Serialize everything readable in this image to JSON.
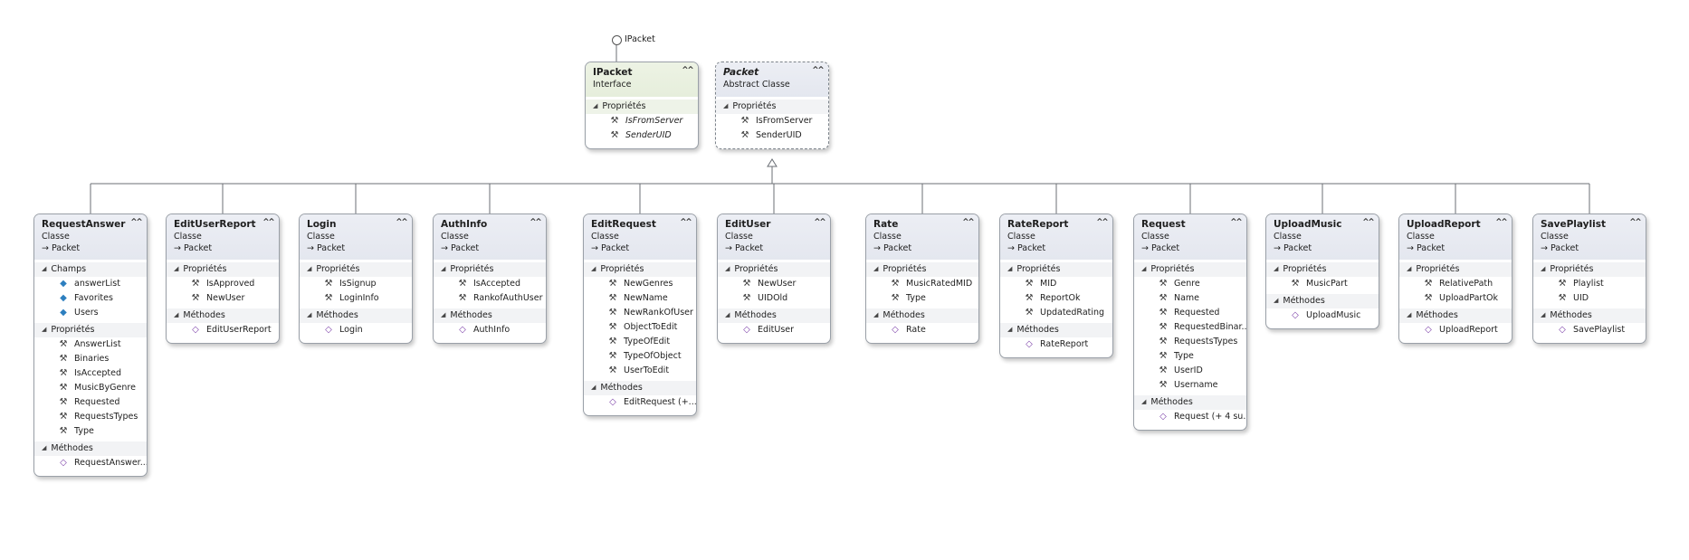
{
  "interface_lollipop_label": "IPacket",
  "interfaces": [
    {
      "name": "IPacket",
      "kind": "Interface",
      "sections": [
        {
          "label": "Propriétés",
          "members": [
            {
              "icon": "wrench-icon",
              "label": "IsFromServer"
            },
            {
              "icon": "wrench-icon",
              "label": "SenderUID"
            }
          ]
        }
      ]
    }
  ],
  "abstract_classes": [
    {
      "name": "Packet",
      "kind": "Abstract Classe",
      "sections": [
        {
          "label": "Propriétés",
          "members": [
            {
              "icon": "wrench-icon",
              "label": "IsFromServer"
            },
            {
              "icon": "wrench-icon",
              "label": "SenderUID"
            }
          ]
        }
      ]
    }
  ],
  "classes": [
    {
      "name": "RequestAnswer",
      "kind": "Classe",
      "base": "→ Packet",
      "sections": [
        {
          "label": "Champs",
          "members": [
            {
              "icon": "locked-field-icon",
              "label": "answerList"
            },
            {
              "icon": "field-icon",
              "label": "Favorites"
            },
            {
              "icon": "field-icon",
              "label": "Users"
            }
          ]
        },
        {
          "label": "Propriétés",
          "members": [
            {
              "icon": "wrench-icon",
              "label": "AnswerList"
            },
            {
              "icon": "wrench-icon",
              "label": "Binaries"
            },
            {
              "icon": "wrench-icon",
              "label": "IsAccepted"
            },
            {
              "icon": "wrench-icon",
              "label": "MusicByGenre"
            },
            {
              "icon": "wrench-icon",
              "label": "Requested"
            },
            {
              "icon": "wrench-icon",
              "label": "RequestsTypes"
            },
            {
              "icon": "wrench-icon",
              "label": "Type"
            }
          ]
        },
        {
          "label": "Méthodes",
          "members": [
            {
              "icon": "method-icon",
              "label": "RequestAnswer..."
            }
          ]
        }
      ]
    },
    {
      "name": "EditUserReport",
      "kind": "Classe",
      "base": "→ Packet",
      "sections": [
        {
          "label": "Propriétés",
          "members": [
            {
              "icon": "wrench-icon",
              "label": "IsApproved"
            },
            {
              "icon": "wrench-icon",
              "label": "NewUser"
            }
          ]
        },
        {
          "label": "Méthodes",
          "members": [
            {
              "icon": "method-icon",
              "label": "EditUserReport"
            }
          ]
        }
      ]
    },
    {
      "name": "Login",
      "kind": "Classe",
      "base": "→ Packet",
      "sections": [
        {
          "label": "Propriétés",
          "members": [
            {
              "icon": "wrench-icon",
              "label": "IsSignup"
            },
            {
              "icon": "wrench-icon",
              "label": "LoginInfo"
            }
          ]
        },
        {
          "label": "Méthodes",
          "members": [
            {
              "icon": "method-icon",
              "label": "Login"
            }
          ]
        }
      ]
    },
    {
      "name": "AuthInfo",
      "kind": "Classe",
      "base": "→ Packet",
      "sections": [
        {
          "label": "Propriétés",
          "members": [
            {
              "icon": "wrench-icon",
              "label": "IsAccepted"
            },
            {
              "icon": "wrench-icon",
              "label": "RankofAuthUser"
            }
          ]
        },
        {
          "label": "Méthodes",
          "members": [
            {
              "icon": "method-icon",
              "label": "AuthInfo"
            }
          ]
        }
      ]
    },
    {
      "name": "EditRequest",
      "kind": "Classe",
      "base": "→ Packet",
      "sections": [
        {
          "label": "Propriétés",
          "members": [
            {
              "icon": "wrench-icon",
              "label": "NewGenres"
            },
            {
              "icon": "wrench-icon",
              "label": "NewName"
            },
            {
              "icon": "wrench-icon",
              "label": "NewRankOfUser"
            },
            {
              "icon": "wrench-icon",
              "label": "ObjectToEdit"
            },
            {
              "icon": "wrench-icon",
              "label": "TypeOfEdit"
            },
            {
              "icon": "wrench-icon",
              "label": "TypeOfObject"
            },
            {
              "icon": "wrench-icon",
              "label": "UserToEdit"
            }
          ]
        },
        {
          "label": "Méthodes",
          "members": [
            {
              "icon": "method-icon",
              "label": "EditRequest (+..."
            }
          ]
        }
      ]
    },
    {
      "name": "EditUser",
      "kind": "Classe",
      "base": "→ Packet",
      "sections": [
        {
          "label": "Propriétés",
          "members": [
            {
              "icon": "wrench-icon",
              "label": "NewUser"
            },
            {
              "icon": "wrench-icon",
              "label": "UIDOld"
            }
          ]
        },
        {
          "label": "Méthodes",
          "members": [
            {
              "icon": "method-icon",
              "label": "EditUser"
            }
          ]
        }
      ]
    },
    {
      "name": "Rate",
      "kind": "Classe",
      "base": "→ Packet",
      "sections": [
        {
          "label": "Propriétés",
          "members": [
            {
              "icon": "wrench-icon",
              "label": "MusicRatedMID"
            },
            {
              "icon": "wrench-icon",
              "label": "Type"
            }
          ]
        },
        {
          "label": "Méthodes",
          "members": [
            {
              "icon": "method-icon",
              "label": "Rate"
            }
          ]
        }
      ]
    },
    {
      "name": "RateReport",
      "kind": "Classe",
      "base": "→ Packet",
      "sections": [
        {
          "label": "Propriétés",
          "members": [
            {
              "icon": "wrench-icon",
              "label": "MID"
            },
            {
              "icon": "wrench-icon",
              "label": "ReportOk"
            },
            {
              "icon": "wrench-icon",
              "label": "UpdatedRating"
            }
          ]
        },
        {
          "label": "Méthodes",
          "members": [
            {
              "icon": "method-icon",
              "label": "RateReport"
            }
          ]
        }
      ]
    },
    {
      "name": "Request",
      "kind": "Classe",
      "base": "→ Packet",
      "sections": [
        {
          "label": "Propriétés",
          "members": [
            {
              "icon": "wrench-icon",
              "label": "Genre"
            },
            {
              "icon": "wrench-icon",
              "label": "Name"
            },
            {
              "icon": "wrench-icon",
              "label": "Requested"
            },
            {
              "icon": "wrench-icon",
              "label": "RequestedBinar..."
            },
            {
              "icon": "wrench-icon",
              "label": "RequestsTypes"
            },
            {
              "icon": "wrench-icon",
              "label": "Type"
            },
            {
              "icon": "wrench-icon",
              "label": "UserID"
            },
            {
              "icon": "wrench-icon",
              "label": "Username"
            }
          ]
        },
        {
          "label": "Méthodes",
          "members": [
            {
              "icon": "method-icon",
              "label": "Request (+ 4 su..."
            }
          ]
        }
      ]
    },
    {
      "name": "UploadMusic",
      "kind": "Classe",
      "base": "→ Packet",
      "sections": [
        {
          "label": "Propriétés",
          "members": [
            {
              "icon": "wrench-icon",
              "label": "MusicPart"
            }
          ]
        },
        {
          "label": "Méthodes",
          "members": [
            {
              "icon": "method-icon",
              "label": "UploadMusic"
            }
          ]
        }
      ]
    },
    {
      "name": "UploadReport",
      "kind": "Classe",
      "base": "→ Packet",
      "sections": [
        {
          "label": "Propriétés",
          "members": [
            {
              "icon": "wrench-icon",
              "label": "RelativePath"
            },
            {
              "icon": "wrench-icon",
              "label": "UploadPartOk"
            }
          ]
        },
        {
          "label": "Méthodes",
          "members": [
            {
              "icon": "method-icon",
              "label": "UploadReport"
            }
          ]
        }
      ]
    },
    {
      "name": "SavePlaylist",
      "kind": "Classe",
      "base": "→ Packet",
      "sections": [
        {
          "label": "Propriétés",
          "members": [
            {
              "icon": "wrench-icon",
              "label": "Playlist"
            },
            {
              "icon": "wrench-icon",
              "label": "UID"
            }
          ]
        },
        {
          "label": "Méthodes",
          "members": [
            {
              "icon": "method-icon",
              "label": "SavePlaylist"
            }
          ]
        }
      ]
    }
  ]
}
